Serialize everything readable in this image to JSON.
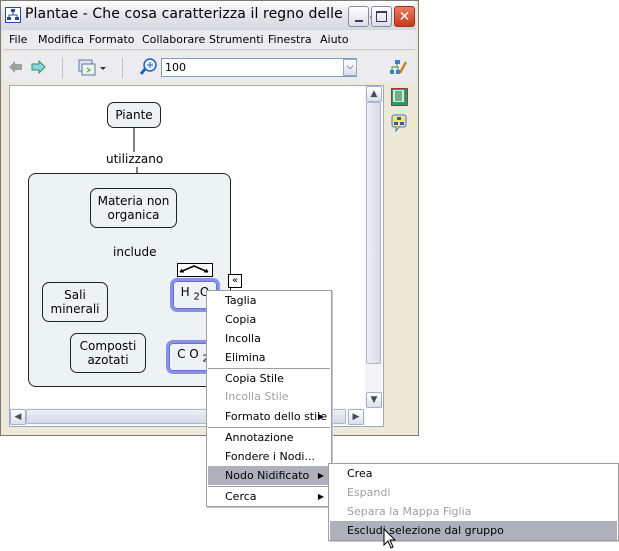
{
  "window": {
    "title": "Plantae - Che cosa caratterizza il regno delle pia...",
    "controls": {
      "minimize": "_",
      "maximize": "□",
      "close": "✕"
    }
  },
  "menubar": [
    "File",
    "Modifica",
    "Formato",
    "Collaborare",
    "Strumenti",
    "Finestra",
    "Aiuto"
  ],
  "toolbar": {
    "zoom_value": "100",
    "icons": [
      "back-arrow-icon",
      "forward-arrow-icon",
      "view-mode-icon",
      "zoom-icon",
      "map-style-icon"
    ]
  },
  "side_icons": [
    "notes-icon",
    "concept-map-icon"
  ],
  "concept_map": {
    "nodes": {
      "piante": "Piante",
      "materia": "Materia non organica",
      "sali": "Sali minerali",
      "composti": "Composti azotati",
      "h2o": "H2O",
      "co2": "CO2"
    },
    "links": {
      "utilizzano": "utilizzano",
      "include": "include"
    }
  },
  "context_menu": {
    "items": [
      {
        "label": "Taglia",
        "enabled": true
      },
      {
        "label": "Copia",
        "enabled": true
      },
      {
        "label": "Incolla",
        "enabled": true
      },
      {
        "label": "Elimina",
        "enabled": true
      },
      {
        "label": "Copia Stile",
        "enabled": true
      },
      {
        "label": "Incolla Stile",
        "enabled": false
      },
      {
        "label": "Formato dello stile",
        "enabled": true,
        "submenu": true
      },
      {
        "label": "Annotazione",
        "enabled": true
      },
      {
        "label": "Fondere i Nodi...",
        "enabled": true
      },
      {
        "label": "Nodo Nidificato",
        "enabled": true,
        "submenu": true,
        "highlighted": true
      },
      {
        "label": "Cerca",
        "enabled": true,
        "submenu": true
      }
    ]
  },
  "submenu": {
    "items": [
      {
        "label": "Crea",
        "enabled": true
      },
      {
        "label": "Espandi",
        "enabled": false
      },
      {
        "label": "Separa la Mappa Figlia",
        "enabled": false
      },
      {
        "label": "Escludi selezione dal gruppo",
        "enabled": true,
        "highlighted": true
      }
    ]
  }
}
